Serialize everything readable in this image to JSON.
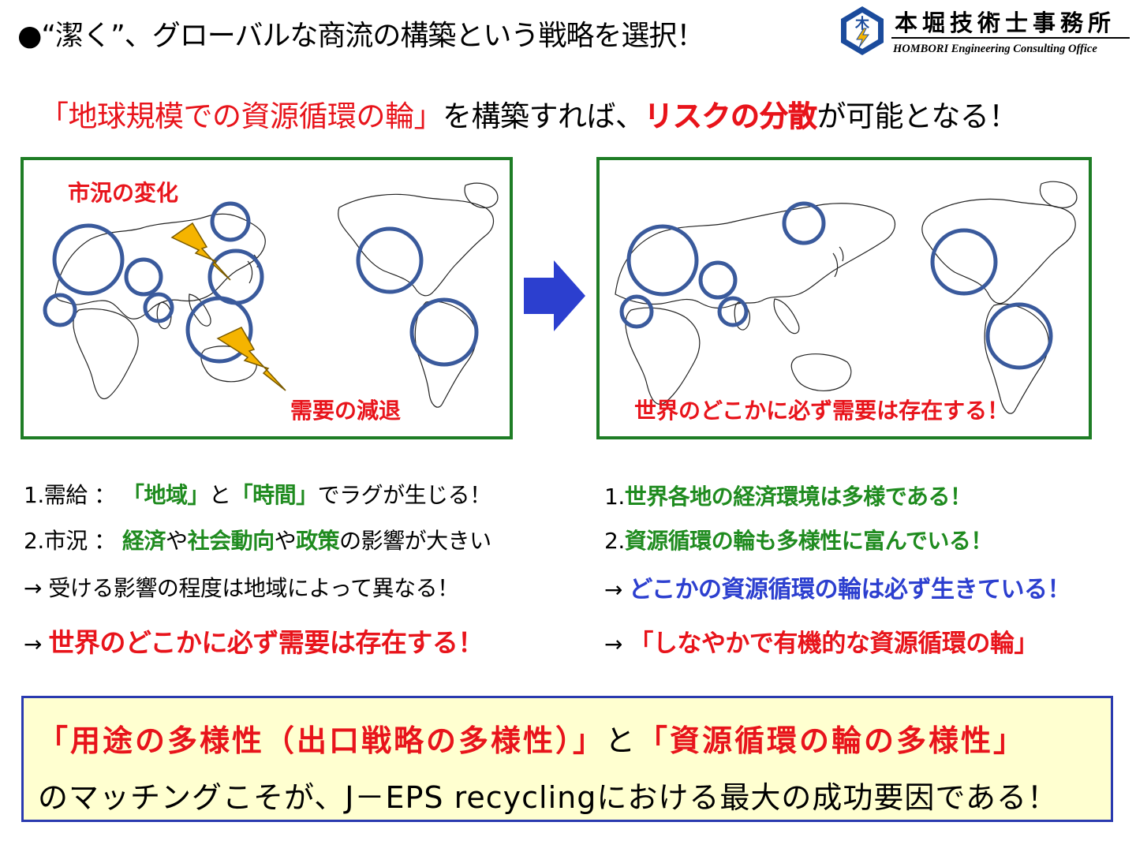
{
  "title": "●“潔く”、グローバルな商流の構築という戦略を選択！",
  "logo": {
    "name": "本堀技術士事務所",
    "english": "HOMBORI Engineering Consulting Office"
  },
  "headline": {
    "part1": "「地球規模での資源循環の輪」",
    "part2": "を構築すれば、",
    "part3": "リスクの分散",
    "part4": "が可能となる！"
  },
  "left_map": {
    "label_top": "市況の変化",
    "label_bottom": "需要の減退"
  },
  "right_map": {
    "label_bottom": "世界のどこかに必ず需要は存在する！"
  },
  "left_list": {
    "item1": {
      "num": "1.",
      "a": "需給 ：",
      "b": "「地域」",
      "c": "と",
      "d": "「時間」",
      "e": "でラグが生じる！"
    },
    "item2": {
      "num": "2.",
      "a": "市況 ：",
      "b": "経済",
      "c": "や",
      "d": "社会動向",
      "e": "や",
      "f": "政策",
      "g": "の影響が大きい"
    },
    "arrow1": {
      "arrow": "→",
      "text": "受ける影響の程度は地域によって異なる！"
    },
    "arrow2": {
      "arrow": "→",
      "text": "世界のどこかに必ず需要は存在する！"
    }
  },
  "right_list": {
    "item1": {
      "num": "1.",
      "text": "世界各地の経済環境は多様である！"
    },
    "item2": {
      "num": "2.",
      "text": "資源循環の輪も多様性に富んでいる！"
    },
    "arrow1": {
      "arrow": "→",
      "text": "どこかの資源循環の輪は必ず生きている！"
    },
    "arrow2": {
      "arrow": "→",
      "text": "「しなやかで有機的な資源循環の輪」"
    }
  },
  "summary": {
    "line1_a": "「用途の多様性（出口戦略の多様性）」",
    "line1_b": "と",
    "line1_c": "「資源循環の輪の多様性」",
    "line2": "のマッチングこそが、J－EPS recyclingにおける最大の成功要因である！"
  },
  "colors": {
    "red": "#e8141b",
    "green": "#1f8b1f",
    "blue": "#2c3fcf",
    "circle": "#3a5a9c",
    "panel_border": "#1e7d25",
    "summary_bg": "#ffffd0",
    "summary_border": "#2a3ab0",
    "lightning": "#f5b400"
  }
}
